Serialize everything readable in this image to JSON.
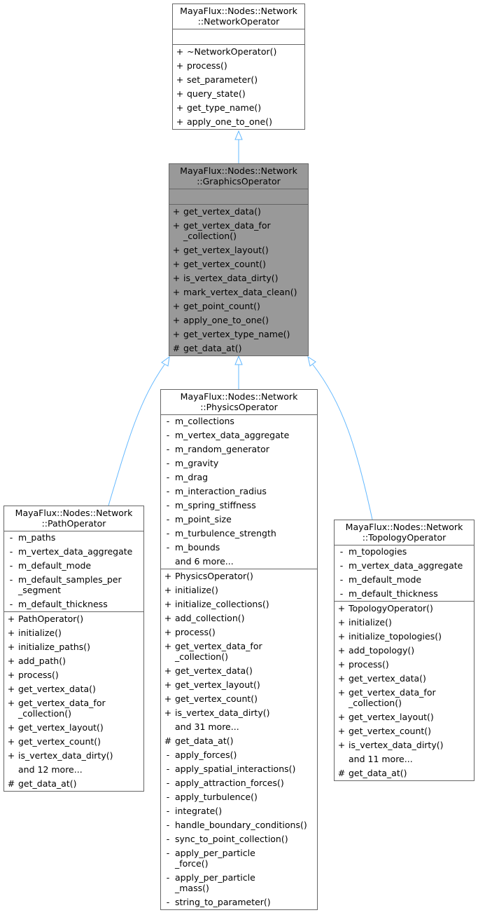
{
  "classes": {
    "network_operator": {
      "title": [
        "MayaFlux::Nodes::Network",
        "::NetworkOperator"
      ],
      "attributes": [],
      "operations": [
        {
          "vis": "+",
          "lines": [
            "~NetworkOperator()"
          ]
        },
        {
          "vis": "+",
          "lines": [
            "process()"
          ]
        },
        {
          "vis": "+",
          "lines": [
            "set_parameter()"
          ]
        },
        {
          "vis": "+",
          "lines": [
            "query_state()"
          ]
        },
        {
          "vis": "+",
          "lines": [
            "get_type_name()"
          ]
        },
        {
          "vis": "+",
          "lines": [
            "apply_one_to_one()"
          ]
        }
      ]
    },
    "graphics_operator": {
      "title": [
        "MayaFlux::Nodes::Network",
        "::GraphicsOperator"
      ],
      "attributes": [],
      "operations": [
        {
          "vis": "+",
          "lines": [
            "get_vertex_data()"
          ]
        },
        {
          "vis": "+",
          "lines": [
            "get_vertex_data_for",
            "_collection()"
          ]
        },
        {
          "vis": "+",
          "lines": [
            "get_vertex_layout()"
          ]
        },
        {
          "vis": "+",
          "lines": [
            "get_vertex_count()"
          ]
        },
        {
          "vis": "+",
          "lines": [
            "is_vertex_data_dirty()"
          ]
        },
        {
          "vis": "+",
          "lines": [
            "mark_vertex_data_clean()"
          ]
        },
        {
          "vis": "+",
          "lines": [
            "get_point_count()"
          ]
        },
        {
          "vis": "+",
          "lines": [
            "apply_one_to_one()"
          ]
        },
        {
          "vis": "+",
          "lines": [
            "get_vertex_type_name()"
          ]
        },
        {
          "vis": "#",
          "lines": [
            "get_data_at()"
          ]
        }
      ]
    },
    "physics_operator": {
      "title": [
        "MayaFlux::Nodes::Network",
        "::PhysicsOperator"
      ],
      "attributes": [
        {
          "vis": "-",
          "lines": [
            "m_collections"
          ]
        },
        {
          "vis": "-",
          "lines": [
            "m_vertex_data_aggregate"
          ]
        },
        {
          "vis": "-",
          "lines": [
            "m_random_generator"
          ]
        },
        {
          "vis": "-",
          "lines": [
            "m_gravity"
          ]
        },
        {
          "vis": "-",
          "lines": [
            "m_drag"
          ]
        },
        {
          "vis": "-",
          "lines": [
            "m_interaction_radius"
          ]
        },
        {
          "vis": "-",
          "lines": [
            "m_spring_stiffness"
          ]
        },
        {
          "vis": "-",
          "lines": [
            "m_point_size"
          ]
        },
        {
          "vis": "-",
          "lines": [
            "m_turbulence_strength"
          ]
        },
        {
          "vis": "-",
          "lines": [
            "m_bounds"
          ]
        },
        {
          "vis": "",
          "lines": [
            "and 6 more..."
          ]
        }
      ],
      "operations": [
        {
          "vis": "+",
          "lines": [
            "PhysicsOperator()"
          ]
        },
        {
          "vis": "+",
          "lines": [
            "initialize()"
          ]
        },
        {
          "vis": "+",
          "lines": [
            "initialize_collections()"
          ]
        },
        {
          "vis": "+",
          "lines": [
            "add_collection()"
          ]
        },
        {
          "vis": "+",
          "lines": [
            "process()"
          ]
        },
        {
          "vis": "+",
          "lines": [
            "get_vertex_data_for",
            "_collection()"
          ]
        },
        {
          "vis": "+",
          "lines": [
            "get_vertex_data()"
          ]
        },
        {
          "vis": "+",
          "lines": [
            "get_vertex_layout()"
          ]
        },
        {
          "vis": "+",
          "lines": [
            "get_vertex_count()"
          ]
        },
        {
          "vis": "+",
          "lines": [
            "is_vertex_data_dirty()"
          ]
        },
        {
          "vis": "",
          "lines": [
            "and 31 more..."
          ]
        },
        {
          "vis": "#",
          "lines": [
            "get_data_at()"
          ]
        },
        {
          "vis": "-",
          "lines": [
            "apply_forces()"
          ]
        },
        {
          "vis": "-",
          "lines": [
            "apply_spatial_interactions()"
          ]
        },
        {
          "vis": "-",
          "lines": [
            "apply_attraction_forces()"
          ]
        },
        {
          "vis": "-",
          "lines": [
            "apply_turbulence()"
          ]
        },
        {
          "vis": "-",
          "lines": [
            "integrate()"
          ]
        },
        {
          "vis": "-",
          "lines": [
            "handle_boundary_conditions()"
          ]
        },
        {
          "vis": "-",
          "lines": [
            "sync_to_point_collection()"
          ]
        },
        {
          "vis": "-",
          "lines": [
            "apply_per_particle",
            "_force()"
          ]
        },
        {
          "vis": "-",
          "lines": [
            "apply_per_particle",
            "_mass()"
          ]
        },
        {
          "vis": "-",
          "lines": [
            "string_to_parameter()"
          ]
        }
      ]
    },
    "path_operator": {
      "title": [
        "MayaFlux::Nodes::Network",
        "::PathOperator"
      ],
      "attributes": [
        {
          "vis": "-",
          "lines": [
            "m_paths"
          ]
        },
        {
          "vis": "-",
          "lines": [
            "m_vertex_data_aggregate"
          ]
        },
        {
          "vis": "-",
          "lines": [
            "m_default_mode"
          ]
        },
        {
          "vis": "-",
          "lines": [
            "m_default_samples_per",
            "_segment"
          ]
        },
        {
          "vis": "-",
          "lines": [
            "m_default_thickness"
          ]
        }
      ],
      "operations": [
        {
          "vis": "+",
          "lines": [
            "PathOperator()"
          ]
        },
        {
          "vis": "+",
          "lines": [
            "initialize()"
          ]
        },
        {
          "vis": "+",
          "lines": [
            "initialize_paths()"
          ]
        },
        {
          "vis": "+",
          "lines": [
            "add_path()"
          ]
        },
        {
          "vis": "+",
          "lines": [
            "process()"
          ]
        },
        {
          "vis": "+",
          "lines": [
            "get_vertex_data()"
          ]
        },
        {
          "vis": "+",
          "lines": [
            "get_vertex_data_for",
            "_collection()"
          ]
        },
        {
          "vis": "+",
          "lines": [
            "get_vertex_layout()"
          ]
        },
        {
          "vis": "+",
          "lines": [
            "get_vertex_count()"
          ]
        },
        {
          "vis": "+",
          "lines": [
            "is_vertex_data_dirty()"
          ]
        },
        {
          "vis": "",
          "lines": [
            "and 12 more..."
          ]
        },
        {
          "vis": "#",
          "lines": [
            "get_data_at()"
          ]
        }
      ]
    },
    "topology_operator": {
      "title": [
        "MayaFlux::Nodes::Network",
        "::TopologyOperator"
      ],
      "attributes": [
        {
          "vis": "-",
          "lines": [
            "m_topologies"
          ]
        },
        {
          "vis": "-",
          "lines": [
            "m_vertex_data_aggregate"
          ]
        },
        {
          "vis": "-",
          "lines": [
            "m_default_mode"
          ]
        },
        {
          "vis": "-",
          "lines": [
            "m_default_thickness"
          ]
        }
      ],
      "operations": [
        {
          "vis": "+",
          "lines": [
            "TopologyOperator()"
          ]
        },
        {
          "vis": "+",
          "lines": [
            "initialize()"
          ]
        },
        {
          "vis": "+",
          "lines": [
            "initialize_topologies()"
          ]
        },
        {
          "vis": "+",
          "lines": [
            "add_topology()"
          ]
        },
        {
          "vis": "+",
          "lines": [
            "process()"
          ]
        },
        {
          "vis": "+",
          "lines": [
            "get_vertex_data()"
          ]
        },
        {
          "vis": "+",
          "lines": [
            "get_vertex_data_for",
            "_collection()"
          ]
        },
        {
          "vis": "+",
          "lines": [
            "get_vertex_layout()"
          ]
        },
        {
          "vis": "+",
          "lines": [
            "get_vertex_count()"
          ]
        },
        {
          "vis": "+",
          "lines": [
            "is_vertex_data_dirty()"
          ]
        },
        {
          "vis": "",
          "lines": [
            "and 11 more..."
          ]
        },
        {
          "vis": "#",
          "lines": [
            "get_data_at()"
          ]
        }
      ]
    }
  },
  "relations": [
    {
      "from": "graphics_operator",
      "to": "network_operator",
      "type": "inheritance"
    },
    {
      "from": "path_operator",
      "to": "graphics_operator",
      "type": "inheritance"
    },
    {
      "from": "physics_operator",
      "to": "graphics_operator",
      "type": "inheritance"
    },
    {
      "from": "topology_operator",
      "to": "graphics_operator",
      "type": "inheritance"
    }
  ],
  "colors": {
    "edge": "#63b8ff",
    "highlight_fill": "#999999",
    "box_border": "#666666"
  }
}
